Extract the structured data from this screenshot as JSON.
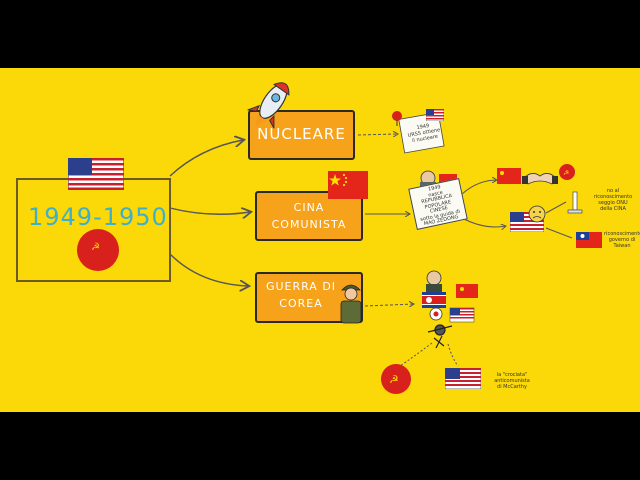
{
  "center": {
    "years": "1949-1950"
  },
  "branches": [
    {
      "label": "NUCLEARE"
    },
    {
      "label": "CINA COMUNISTA"
    },
    {
      "label": "GUERRA DI COREA"
    }
  ],
  "notes": {
    "nuclear_note": [
      "1949",
      "URSS ottiene",
      "il nucleare"
    ],
    "china_note": [
      "1949",
      "nasce",
      "REPUBBLICA POPOLARE",
      "CINESE",
      "sotto la guida di",
      "MAO ZEDONG"
    ],
    "onu_note": [
      "no al riconoscimento",
      "seggio ONU",
      "della CINA"
    ],
    "taiwan_note": [
      "riconoscimento",
      "governo di",
      "Taiwan"
    ],
    "mccarthy_note": [
      "la \"crociata\" anticomunista",
      "di McCarthy"
    ]
  },
  "colors": {
    "background": "#fbd808",
    "box_fill": "#f7a21b",
    "years_text": "#3fb0c9",
    "ussr_red": "#d8201c",
    "china_red": "#e32619"
  }
}
